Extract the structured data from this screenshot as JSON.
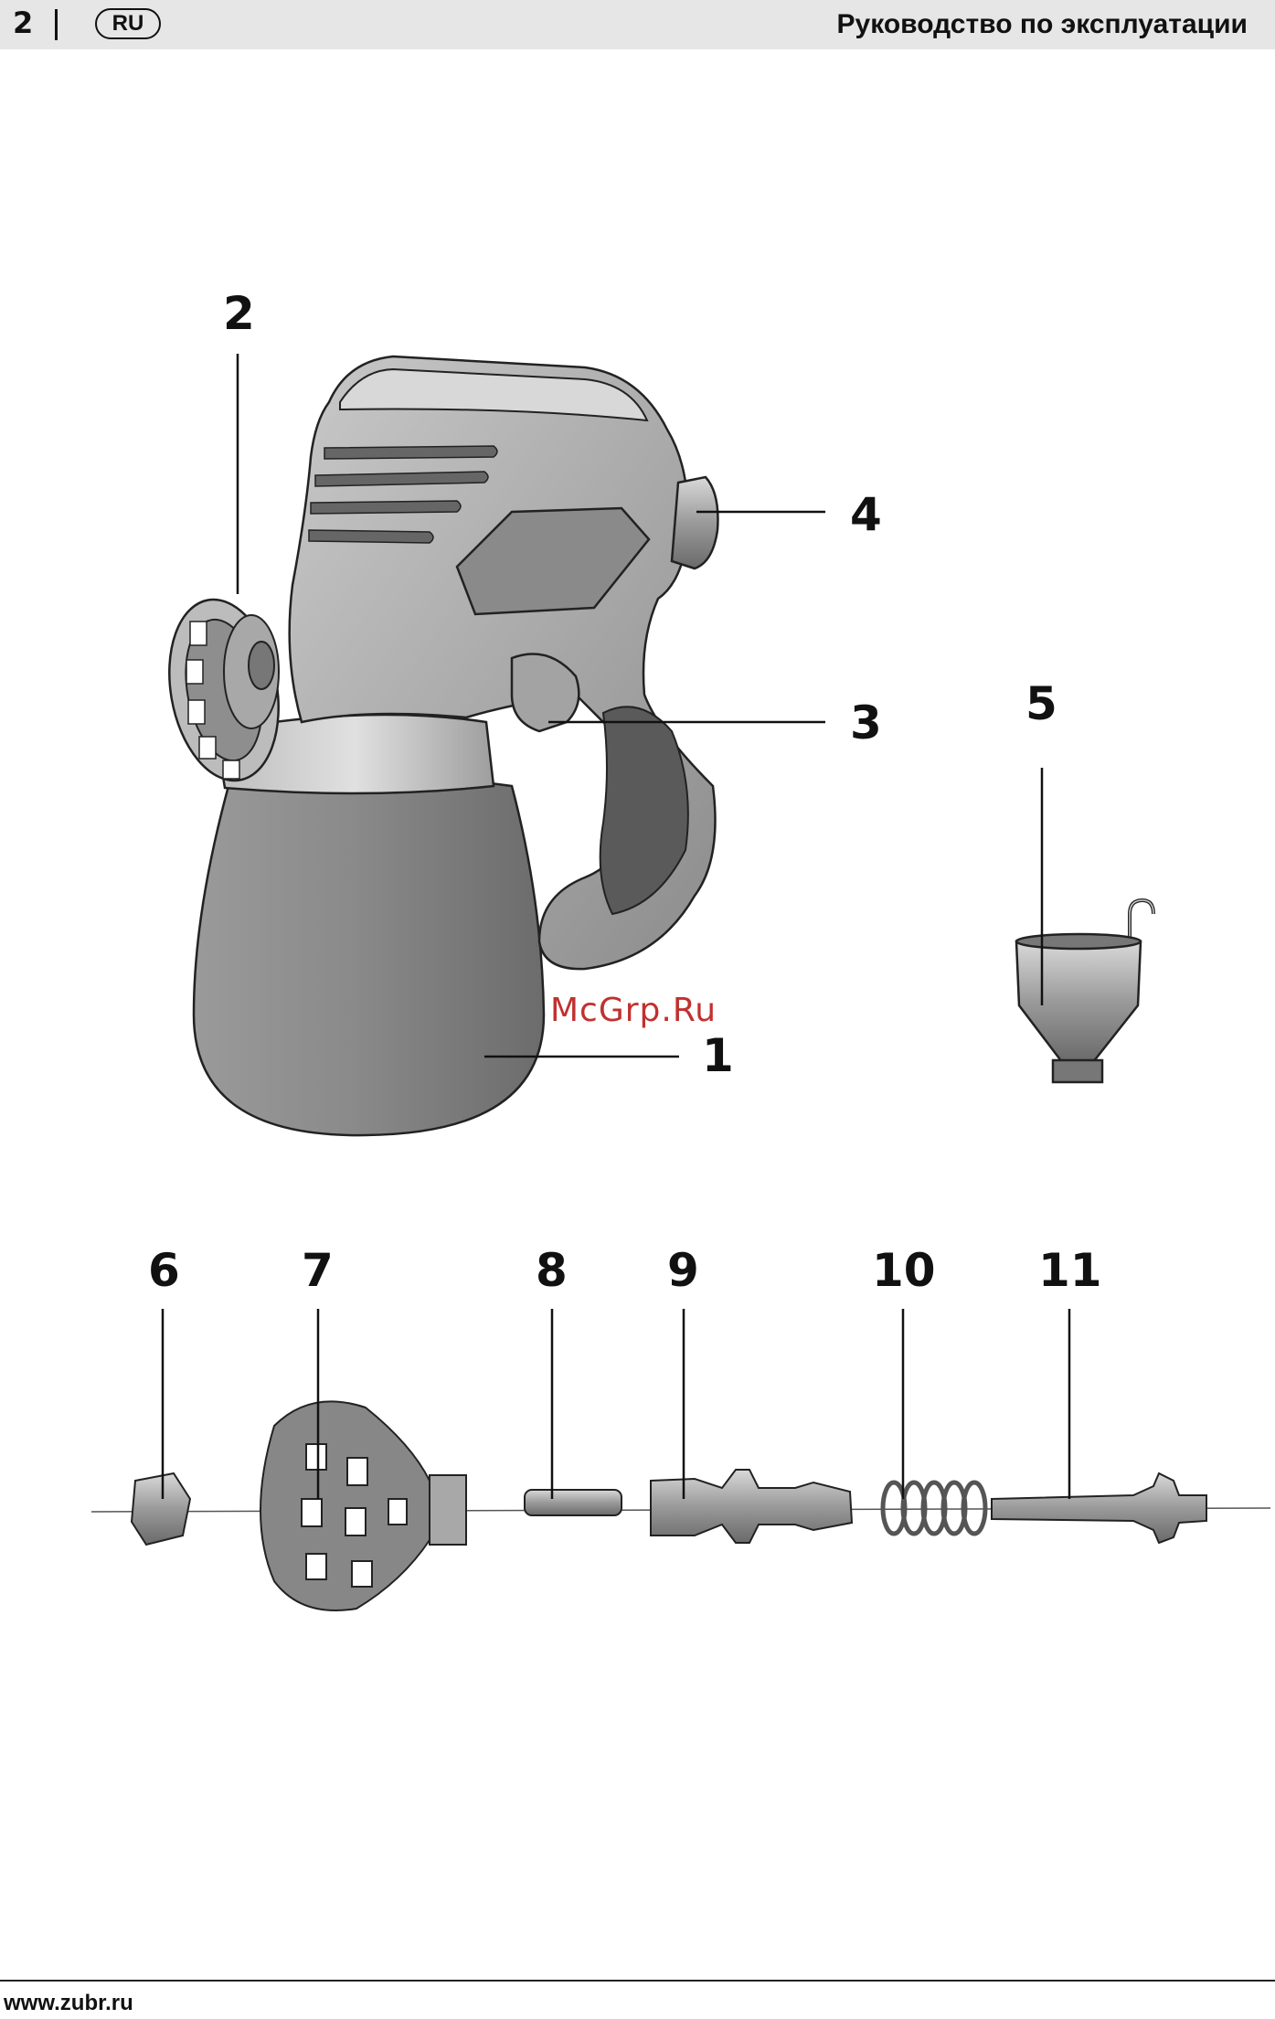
{
  "header": {
    "page_number": "2",
    "language": "RU",
    "title": "Руководство по эксплуатации"
  },
  "callouts": {
    "c1": "1",
    "c2": "2",
    "c3": "3",
    "c4": "4",
    "c5": "5",
    "c6": "6",
    "c7": "7",
    "c8": "8",
    "c9": "9",
    "c10": "10",
    "c11": "11"
  },
  "watermark": "McGrp.Ru",
  "footer": {
    "url": "www.zubr.ru"
  }
}
